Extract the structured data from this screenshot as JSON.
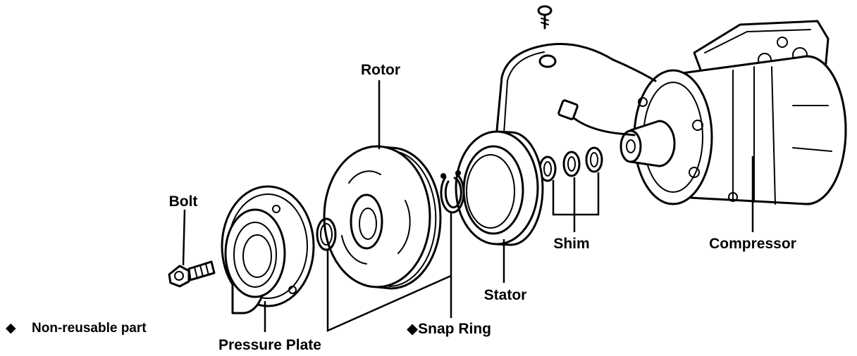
{
  "labels": {
    "rotor": "Rotor",
    "bolt": "Bolt",
    "shim": "Shim",
    "compressor": "Compressor",
    "stator": "Stator",
    "snap_ring": "Snap Ring",
    "pressure_plate": "Pressure Plate"
  },
  "markers": {
    "non_reusable_symbol": "◆"
  },
  "legend": {
    "symbol": "◆",
    "text": "Non-reusable part"
  }
}
